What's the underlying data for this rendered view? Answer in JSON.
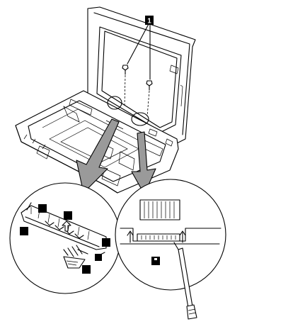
{
  "callouts": {
    "main": "1",
    "zoom_a": [
      "",
      "",
      "",
      "",
      "",
      ""
    ],
    "zoom_b": [
      ""
    ]
  },
  "colors": {
    "ink": "#000000",
    "paper": "#ffffff",
    "arrow_fill": "#9a9a9a"
  },
  "icons": [
    "laptop-body",
    "screw",
    "zoom-arrow",
    "screwdriver",
    "ribbon-cable",
    "connector"
  ]
}
